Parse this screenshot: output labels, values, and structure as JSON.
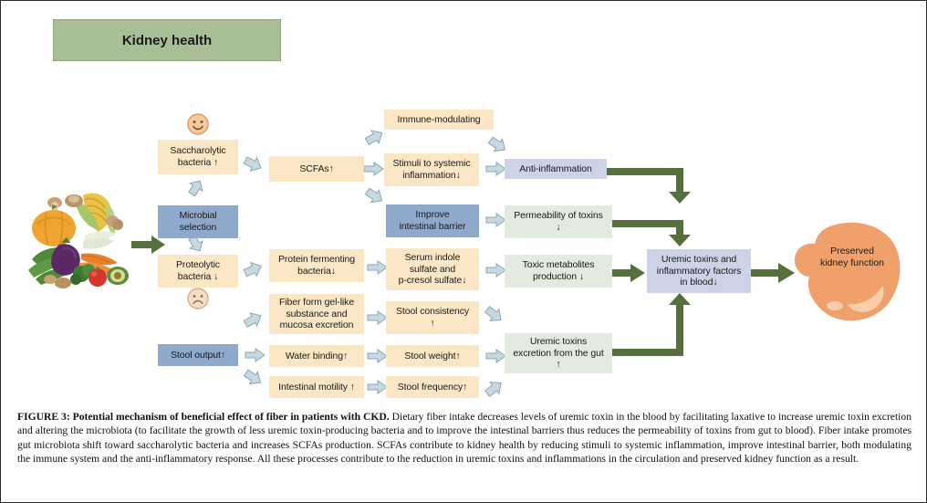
{
  "header": {
    "label": "Kidney health"
  },
  "nodes": {
    "saccharolytic": "Saccharolytic\nbacteria ↑",
    "microbial_selection": "Microbial\nselection",
    "proteolytic": "Proteolytic\nbacteria ↓",
    "stool_output": "Stool output↑",
    "scfas": "SCFAs↑",
    "protein_fermenting": "Protein fermenting\nbacteria↓",
    "fiber_gel": "Fiber form gel-like\nsubstance and\nmucosa excretion",
    "water_binding": "Water  binding↑",
    "intestinal_motility": "Intestinal motility ↑",
    "immune_modulating": "Immune-modulating",
    "stimuli_inflammation": "Stimuli to systemic\ninflammation↓",
    "improve_barrier": "Improve\nintestinal barrier",
    "serum_indole": "Serum indole\nsulfate and\np-cresol sulfate↓",
    "stool_consistency": "Stool consistency\n↑",
    "stool_weight": "Stool weight↑",
    "stool_frequency": "Stool frequency↑",
    "anti_inflammation": "Anti-inflammation",
    "permeability": "Permeability of toxins\n↓",
    "toxic_metabolites": "Toxic metabolites\nproduction ↓",
    "uremic_excretion": "Uremic toxins\nexcretion from the gut\n↑",
    "uremic_blood": "Uremic toxins and\ninflammatory factors\nin blood↓",
    "kidney": "Preserved\nkidney function"
  },
  "icons": {
    "smiley": "smiley-face-icon",
    "sad": "sad-face-icon",
    "vegetables": "vegetables-illustration",
    "kidney": "kidney-shape-icon",
    "connector": "chevron-arrow-icon",
    "flow": "green-flow-arrow-icon"
  },
  "colors": {
    "header_green": "#a8bf96",
    "tan": "#fbe7c6",
    "blue": "#8fa9cd",
    "light_blue": "#ccd3e6",
    "pale_green": "#e2ebdd",
    "arrow_green": "#55703c",
    "kidney_orange": "#f0a06a",
    "connector_blue": "#b9cdd8"
  },
  "caption": {
    "bold_lead": "FIGURE 3: Potential mechanism of beneficial effect of fiber in patients with CKD.",
    "body": " Dietary fiber intake decreases levels of uremic toxin in the blood by facilitating laxative to increase uremic toxin excretion and altering the microbiota (to facilitate the growth of less uremic toxin-producing bacteria and to improve the intestinal barriers thus reduces the permeability of toxins from gut to blood). Fiber intake promotes gut microbiota shift toward saccharolytic bacteria and increases SCFAs production. SCFAs contribute to kidney health by reducing stimuli to systemic inflammation, improve intestinal barrier, both modulating the immune system and the anti-inflammatory response. All these processes contribute to the reduction in uremic toxins and inflammations in the circulation and preserved kidney function as a result."
  }
}
